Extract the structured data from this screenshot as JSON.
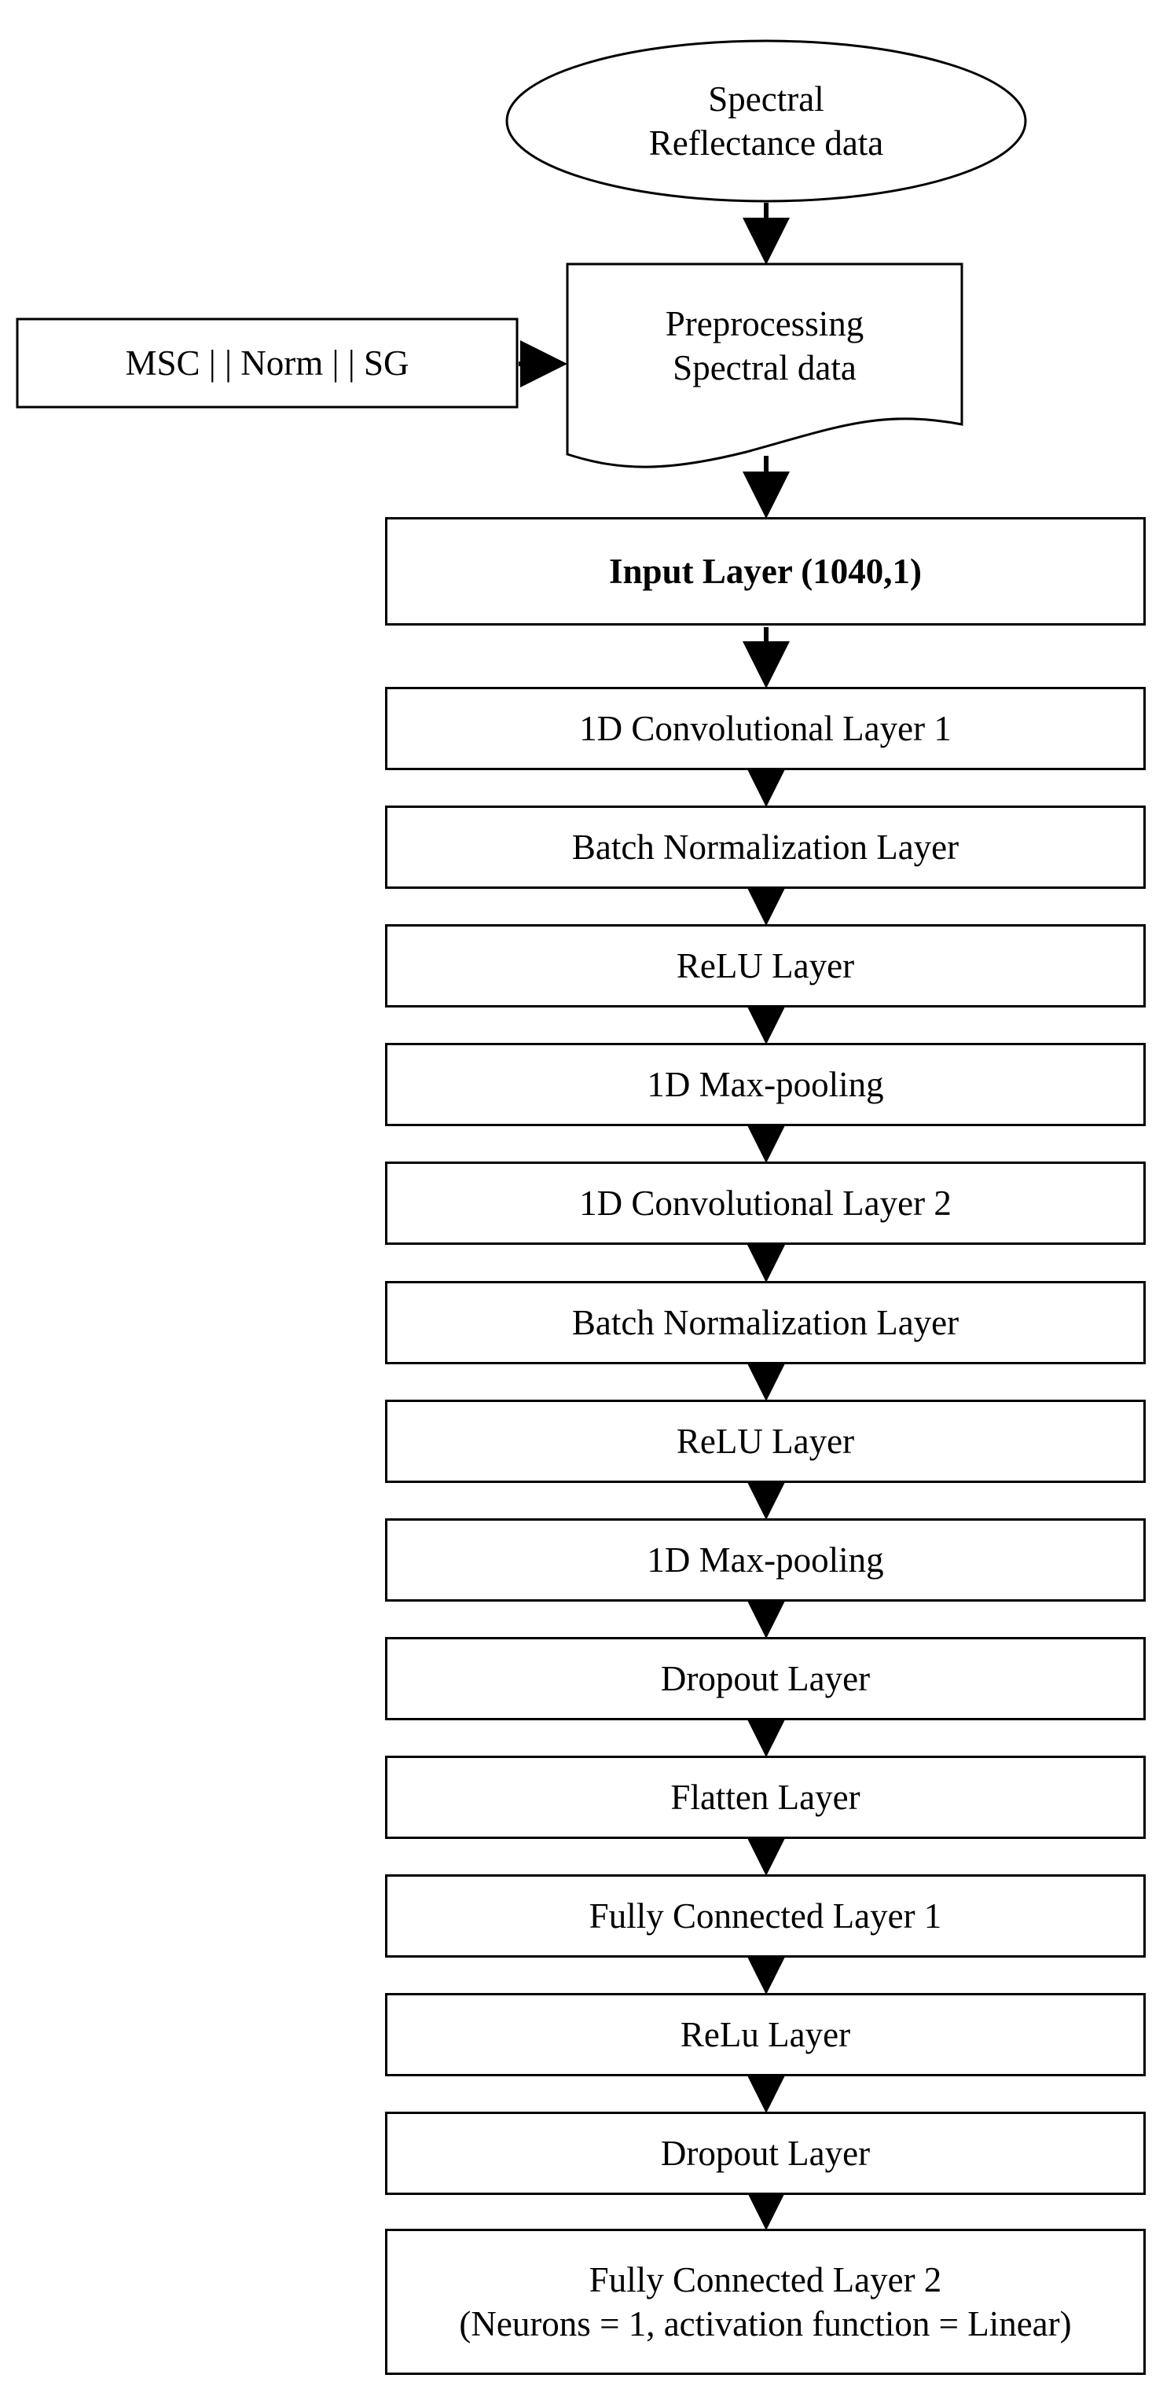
{
  "start": {
    "line1": "Spectral",
    "line2": "Reflectance data"
  },
  "preprocess": {
    "line1": "Preprocessing",
    "line2": "Spectral data"
  },
  "side_input": "MSC | | Norm | | SG",
  "input_layer": "Input Layer (1040,1)",
  "layers": [
    "1D Convolutional Layer 1",
    "Batch Normalization Layer",
    "ReLU Layer",
    "1D Max-pooling",
    "1D Convolutional Layer 2",
    "Batch Normalization Layer",
    "ReLU Layer",
    "1D Max-pooling",
    "Dropout Layer",
    "Flatten Layer",
    "Fully Connected Layer 1",
    "ReLu Layer",
    "Dropout Layer"
  ],
  "output": {
    "line1": "Fully Connected Layer 2",
    "line2": "(Neurons = 1, activation function = Linear)"
  }
}
